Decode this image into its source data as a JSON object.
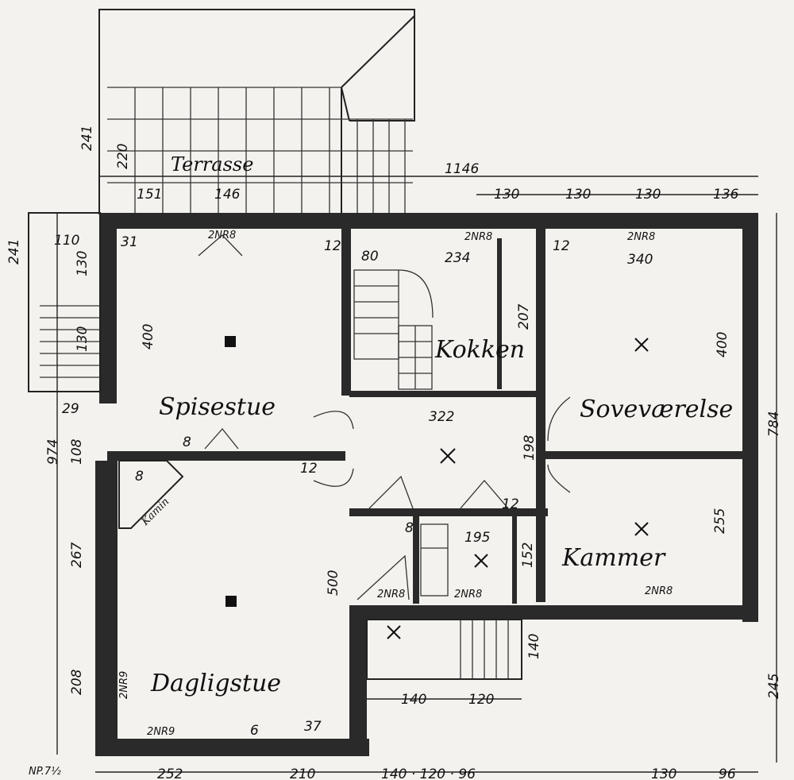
{
  "rooms": {
    "terrasse": "Terrasse",
    "spisestue": "Spisestue",
    "kokken": "Kokken",
    "sovevaerelse": "Soveværelse",
    "kammer": "Kammer",
    "dagligstue": "Dagligstue"
  },
  "dims": {
    "top_total": "1146",
    "top_a": "130",
    "top_b": "130",
    "top_c": "130",
    "top_d": "136",
    "terrace_depth": "241",
    "terrace_inner": "220",
    "terrace_w1": "151",
    "terrace_w2": "146",
    "stair_w": "110",
    "stair_d": "130",
    "stair_h": "130",
    "left_side": "241",
    "spis_w_mark": "31",
    "spis_h": "400",
    "spis_12": "12",
    "entry_80": "80",
    "kitchen_w": "234",
    "kitchen_207": "207",
    "bed_12": "12",
    "bed_w": "340",
    "bed_h": "400",
    "hall_w": "322",
    "left_974": "974",
    "left_108": "108",
    "left_29": "29",
    "hall_12a": "12",
    "hall_198": "198",
    "hall_12b": "12",
    "kammer_h": "255",
    "small_8a": "8",
    "bath_195": "195",
    "bath_152": "152",
    "left_267": "267",
    "daglig_h": "500",
    "left_208": "208",
    "step_140": "140",
    "step_120": "120",
    "step_h": "140",
    "right_total": "784",
    "right_lower": "245",
    "bottom_252": "252",
    "bottom_210": "210",
    "bottom_rest": "140 · 120 · 96",
    "bottom_r1": "130",
    "bottom_r2": "96",
    "spis_8": "8",
    "daglig_6": "6",
    "daglig_37": "37",
    "np": "NP.7½"
  },
  "notes": {
    "window_spis": "2NR8",
    "window_kok": "2NR8",
    "window_bed": "2NR8",
    "window_bath1": "2NR8",
    "window_bath2": "2NR8",
    "window_kammer": "2NR8",
    "window_daglig_side": "2NR9",
    "window_daglig_bottom": "2NR9",
    "kamin": "Kamin",
    "kamin_r": "8"
  }
}
